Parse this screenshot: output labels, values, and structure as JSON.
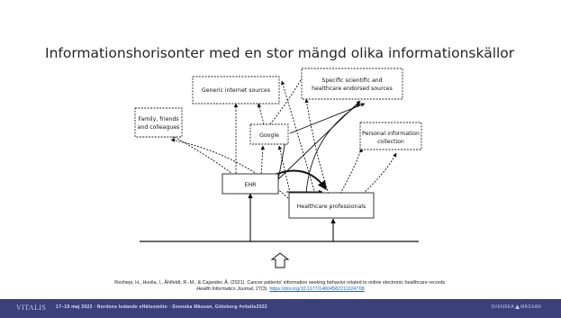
{
  "slide": {
    "title": "Informationshorisonter med en stor mängd olika informationskällor"
  },
  "diagram": {
    "nodes": {
      "generic_internet": "Generic internet sources",
      "specific_sources_line1": "Specific scientific and",
      "specific_sources_line2": "healthcare endorsed sources",
      "family_line1": "Family, friends",
      "family_line2": "and colleagues",
      "google": "Google",
      "personal_line1": "Personal information",
      "personal_line2": "collection",
      "ehr": "EHR",
      "healthcare_professionals": "Healthcare professionals"
    },
    "colors": {
      "line": "#111111",
      "box_stroke": "#222222"
    },
    "up_arrow_icon": "up-arrow-outline-icon"
  },
  "citation": {
    "line1": "Rexhepi, H., Huvila, I., Åhlfeldt, R.-M., & Cajander, Å. (2021). Cancer patients' information seeking behavior related to online electronic healthcare records.",
    "journal": "Health Informatics Journal",
    "volume_issue": ", 27(3). ",
    "doi": "https://doi.org/10.1177/14604582211024708"
  },
  "footer": {
    "logo": "VITALIS",
    "text": "17–19 maj 2022 · Nordens ledande eHälsomöte · Svenska Mässan, Göteborg    #vitalis2022",
    "partner_left": "SVENSKA",
    "partner_right": "MÄSSAN",
    "background": "#3b3f7a"
  }
}
